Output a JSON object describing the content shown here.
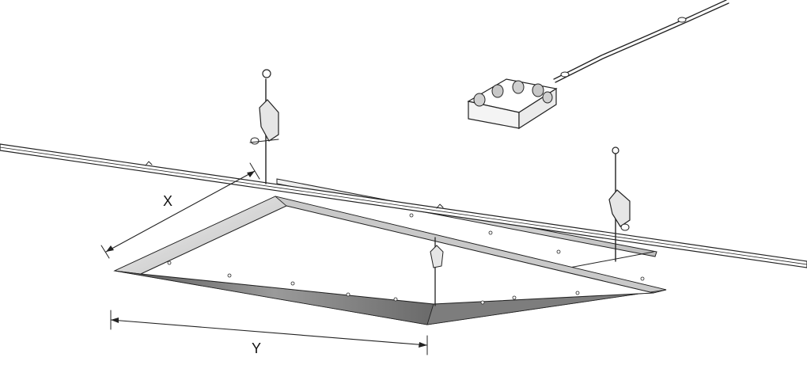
{
  "dimensions": {
    "x_label": "X",
    "y_label": "Y"
  },
  "components": {
    "frame": "mounting-frame",
    "ceiling_rail": "ceiling-rail",
    "junction_box": "junction-box",
    "hanger": "suspension-hanger",
    "cable": "power-cable"
  },
  "colors": {
    "line": "#222222",
    "frame_face": "#8a8a8a",
    "frame_top": "#d8d8d8",
    "background": "#ffffff"
  }
}
